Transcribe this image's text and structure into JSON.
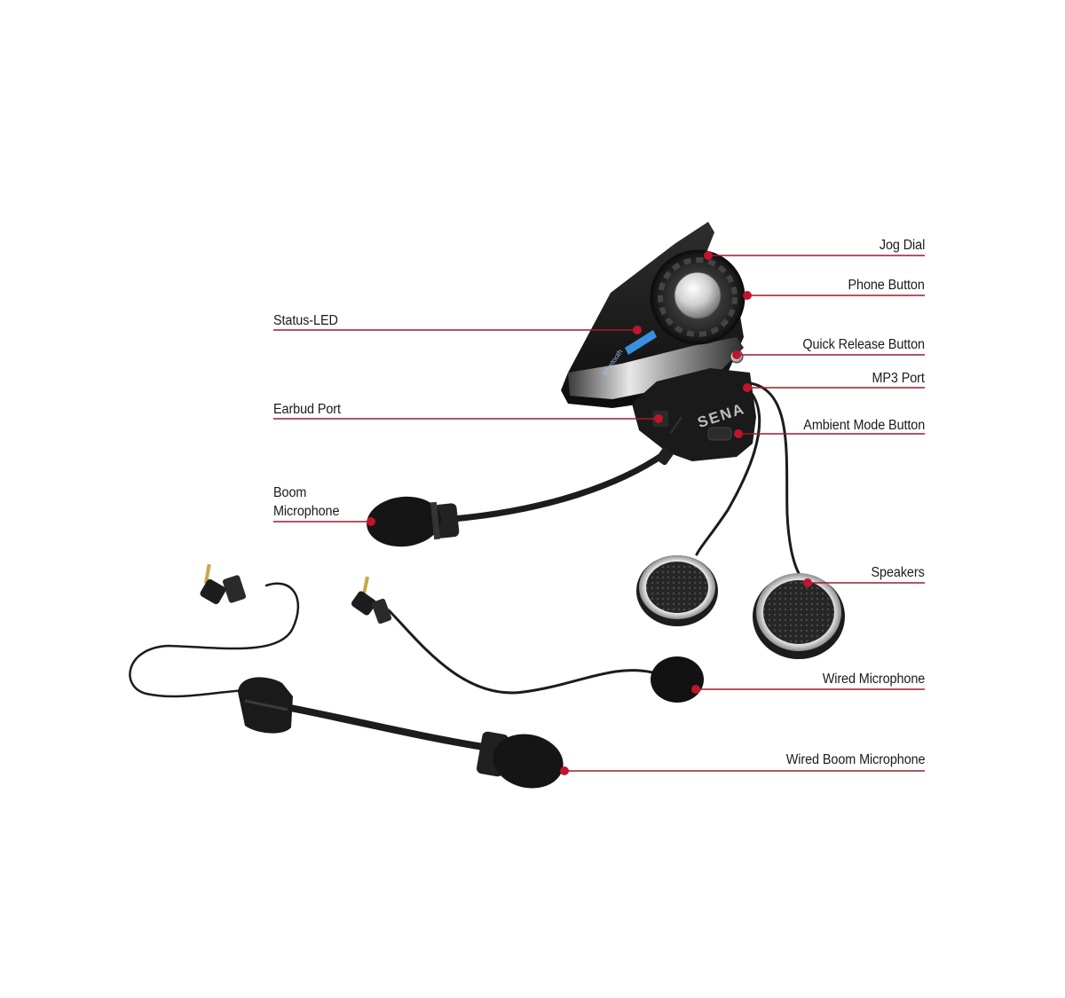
{
  "accent_color": "#c0152d",
  "device": {
    "brand": "SENA",
    "bluetooth_badge": "Bluetooth"
  },
  "callouts": {
    "jog_dial": "Jog Dial",
    "phone_button": "Phone Button",
    "status_led": "Status-LED",
    "quick_release_button": "Quick Release Button",
    "mp3_port": "MP3 Port",
    "earbud_port": "Earbud Port",
    "ambient_mode_button": "Ambient Mode Button",
    "boom_microphone_line1": "Boom",
    "boom_microphone_line2": "Microphone",
    "speakers": "Speakers",
    "wired_microphone": "Wired Microphone",
    "wired_boom_microphone": "Wired Boom Microphone"
  }
}
